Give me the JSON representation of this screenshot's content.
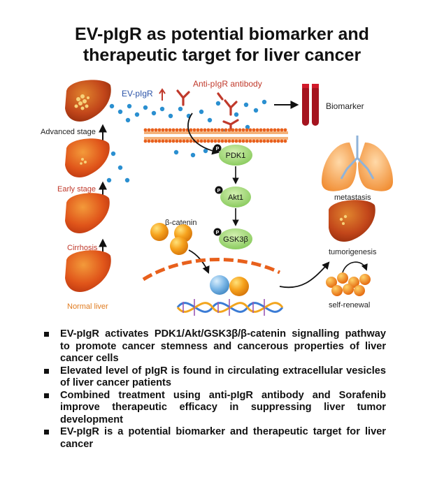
{
  "title": {
    "line1": "EV-pIgR as potential biomarker and",
    "line2": "therapeutic target for liver cancer"
  },
  "diagram": {
    "stages": {
      "advanced": "Advanced stage",
      "early": "Early stage",
      "cirrhosis": "Cirrhosis",
      "normal": "Normal liver"
    },
    "ev_pigr": "EV-pIgR",
    "antibody": "Anti-pIgR antibody",
    "biomarker": "Biomarker",
    "pdk1": "PDK1",
    "akt1": "Akt1",
    "gsk3b": "GSK3β",
    "phospho": "P",
    "beta_catenin": "β-catenin",
    "metastasis": "metastasis",
    "tumorigenesis": "tumorigenesis",
    "self_renewal": "self-renewal",
    "colors": {
      "stage_text": "#c0392b",
      "ev_text": "#2b53a8",
      "antibody_red": "#c0392b",
      "node_green": "#9fd67a",
      "membrane": "#e8601c",
      "vesicle_blue": "#2a8fd0"
    }
  },
  "bullets": [
    "EV-pIgR activates PDK1/Akt/GSK3β/β-catenin signalling pathway to promote cancer stemness and cancerous properties of liver cancer cells",
    "Elevated level of pIgR is found in circulating extracellular vesicles of liver cancer patients",
    "Combined treatment using anti-pIgR antibody and Sorafenib improve therapeutic efficacy in suppressing liver tumor development",
    "EV-pIgR is a potential biomarker and therapeutic target for liver cancer"
  ]
}
